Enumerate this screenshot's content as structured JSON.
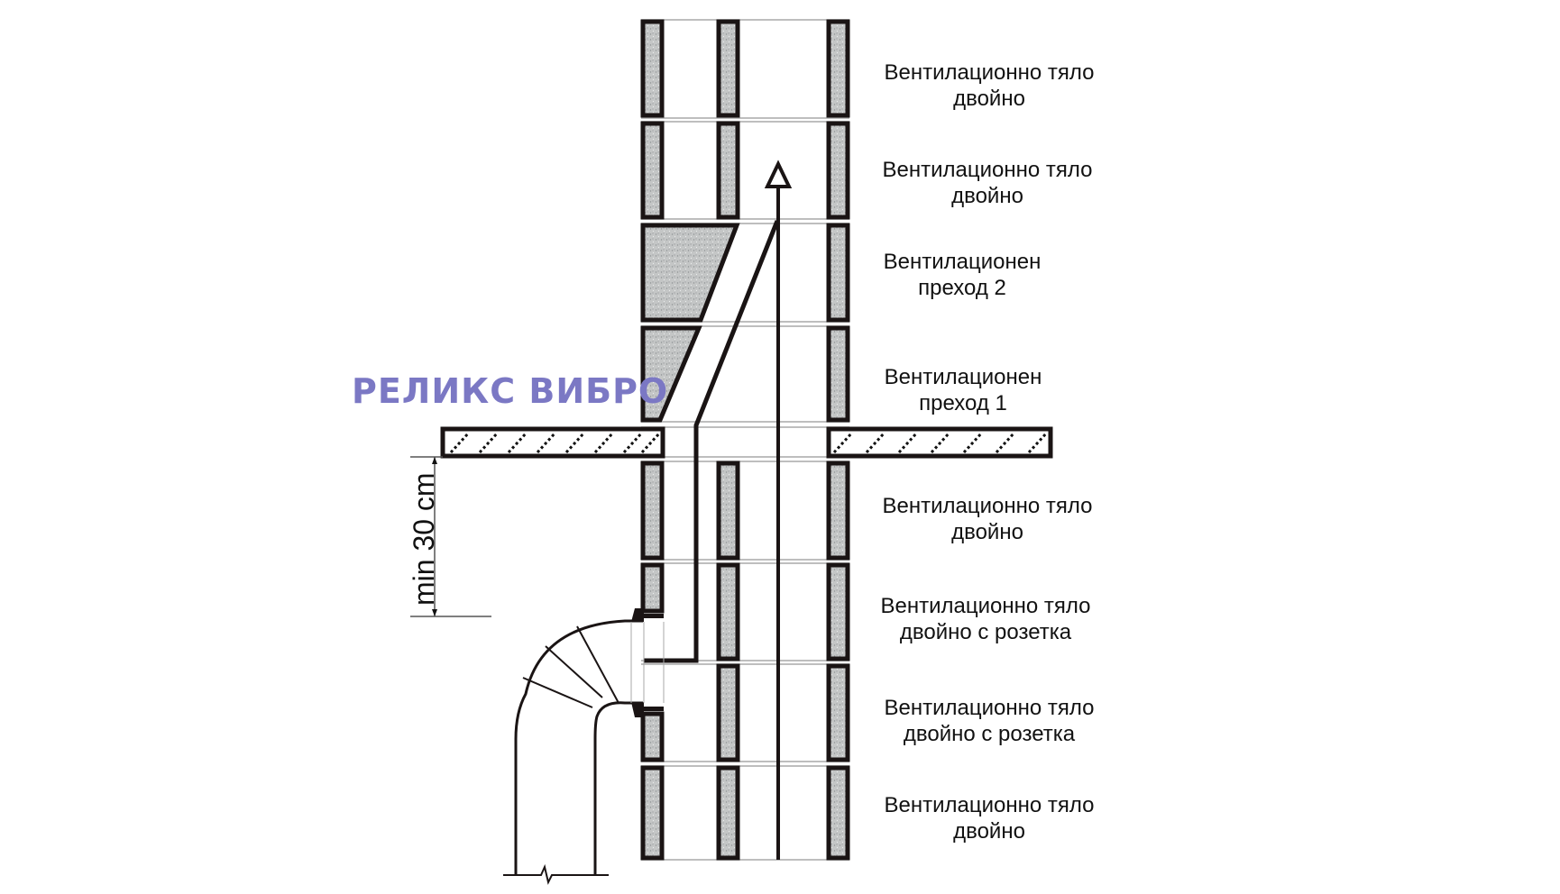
{
  "diagram": {
    "title_logo": "РЕЛИКС ВИБРО",
    "logo_color": "#7b78c4",
    "dimension_label": "min 30 cm",
    "sections": [
      {
        "line1": "Вентилационно тяло",
        "line2": "двойно"
      },
      {
        "line1": "Вентилационно тяло",
        "line2": "двойно"
      },
      {
        "line1": "Вентилационен",
        "line2": "преход 2"
      },
      {
        "line1": "Вентилационен",
        "line2": "преход 1"
      },
      {
        "line1": "Вентилационно тяло",
        "line2": "двойно"
      },
      {
        "line1": "Вентилационно тяло",
        "line2": "двойно с розетка"
      },
      {
        "line1": "Вентилационно тяло",
        "line2": "двойно с розетка"
      },
      {
        "line1": "Вентилационно тяло",
        "line2": "двойно"
      }
    ],
    "colors": {
      "wall_fill": "#c4c6c6",
      "wall_stroke": "#1a1414",
      "joint_line": "#a8a8a8",
      "text": "#111111"
    }
  }
}
